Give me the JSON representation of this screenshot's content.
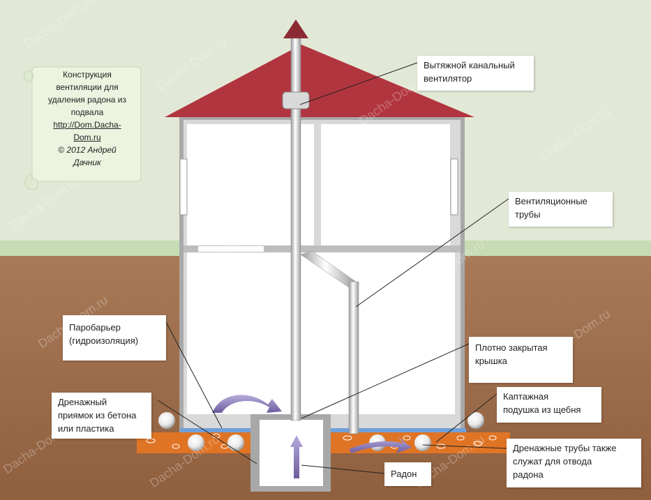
{
  "scroll_note": {
    "lines": [
      "Конструкция",
      "вентиляции для",
      "удаления радона из",
      "подвала"
    ],
    "link_lines": [
      "http://Dom.Dacha-",
      "Dom.ru"
    ],
    "copyright_lines": [
      "© 2012 Андрей",
      "Дачник"
    ]
  },
  "labels": {
    "fan": [
      "Вытяжной канальный",
      "вентилятор"
    ],
    "pipes": [
      "Вентиляционные",
      "трубы"
    ],
    "vapor_barrier": [
      "Паробарьер",
      "(гидроизоляция)"
    ],
    "lid": [
      "Плотно закрытая",
      "крышка"
    ],
    "sump": [
      "Дренажный",
      "приямок из бетона",
      "или пластика"
    ],
    "gravel": [
      "Каптажная",
      "подушка из щебня"
    ],
    "radon": [
      "Радон"
    ],
    "drain_pipes": [
      "Дренажные трубы также",
      "служат для отвода",
      "радона"
    ]
  },
  "watermark": "Dacha-Dom.ru",
  "colors": {
    "sky": "#dfe6d4",
    "soil": "#9a6a48",
    "grass": "#c3dbb0",
    "roof": "#b1353f",
    "gravel_layer": "#e07425",
    "arrow": "#8a7ab8",
    "pipe": "#d6d6d6"
  },
  "icons": [
    "down-arrow-curve-icon",
    "up-arrow-icon",
    "roof-cap-icon"
  ]
}
